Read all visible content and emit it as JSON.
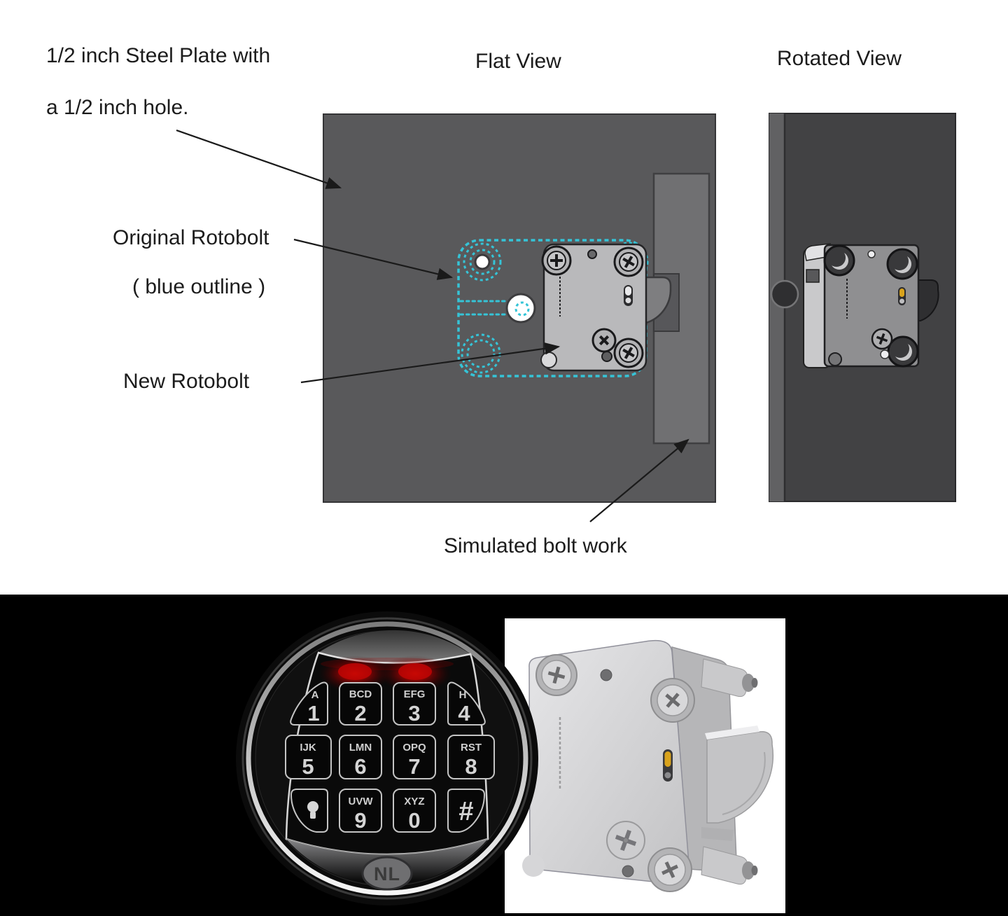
{
  "diagram": {
    "labels": {
      "steel_plate_line1": "1/2 inch Steel Plate with",
      "steel_plate_line2": "a 1/2 inch hole.",
      "flat_view": "Flat View",
      "rotated_view": "Rotated View",
      "original_rotobolt": "Original Rotobolt",
      "blue_outline_note": "( blue outline )",
      "new_rotobolt": "New Rotobolt",
      "simulated_bolt_work": "Simulated bolt work"
    },
    "colors": {
      "outline_cyan": "#35c4d7",
      "flat_plate_gray": "#59595b",
      "bolt_bar_gray": "#707072",
      "rotated_plate_gray": "#424244",
      "lock_body_gray": "#b9b9bb",
      "indicator_yellow": "#d9a31c"
    }
  },
  "keypad": {
    "brand": "NL",
    "led_color": "#cc0000",
    "buttons": [
      {
        "letters": "A",
        "digit": "1"
      },
      {
        "letters": "BCD",
        "digit": "2"
      },
      {
        "letters": "EFG",
        "digit": "3"
      },
      {
        "letters": "H",
        "digit": "4"
      },
      {
        "letters": "IJK",
        "digit": "5"
      },
      {
        "letters": "LMN",
        "digit": "6"
      },
      {
        "letters": "OPQ",
        "digit": "7"
      },
      {
        "letters": "RST",
        "digit": "8"
      },
      {
        "letters": "",
        "digit": "",
        "icon": "light-key-icon"
      },
      {
        "letters": "UVW",
        "digit": "9"
      },
      {
        "letters": "XYZ",
        "digit": "0"
      },
      {
        "letters": "",
        "digit": "#",
        "icon": "hash-icon"
      }
    ]
  }
}
